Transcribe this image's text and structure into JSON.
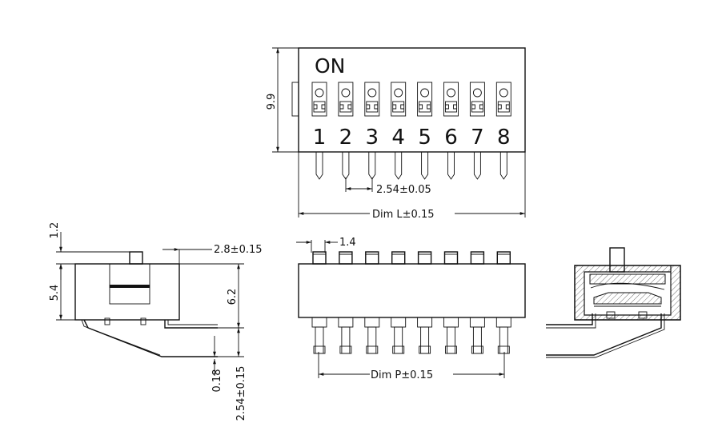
{
  "on_label": "ON",
  "switch_numbers": [
    "1",
    "2",
    "3",
    "4",
    "5",
    "6",
    "7",
    "8"
  ],
  "dimensions": {
    "height_top": "9.9",
    "pitch": "2.54±0.05",
    "length": "Dim L±0.15",
    "knob_height": "1.2",
    "body_height": "5.4",
    "offset": "2.8±0.15",
    "lead_height": "6.2",
    "lead_thickness": "0.18",
    "row_spacing": "2.54±0.15",
    "pin_width": "1.4",
    "pin_pitch": "Dim P±0.15"
  }
}
